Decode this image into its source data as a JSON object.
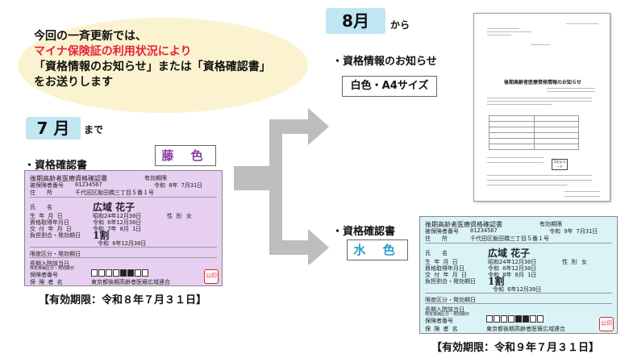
{
  "intro": {
    "line1": "今回の一斉更新では、",
    "line2": "マイナ保険証の利用状況により",
    "line3": "「資格情報のお知らせ」または「資格確認書」",
    "line4": "をお送りします"
  },
  "before": {
    "month": "7 月",
    "suffix": "まで",
    "item": "・資格確認書",
    "color": "藤 色",
    "validity": "【有効期限：令和８年７月３１日】"
  },
  "after": {
    "month": "8月",
    "suffix": "から",
    "notice_item": "・資格情報のお知らせ",
    "notice_spec": "白色・A4サイズ",
    "cert_item": "・資格確認書",
    "color": "水 色",
    "validity": "【有効期限：令和９年７月３１日】"
  },
  "card_old": {
    "title": "後期高齢者医療資格確認書",
    "valid_label": "有効期限",
    "valid_value": "令和 8年 7月31日",
    "insured_no_label": "被保険者番号",
    "insured_no": "01234567",
    "address_label": "住　　所",
    "address": "千代田区飯田橋三丁目５番１号",
    "name_label": "氏　　名",
    "name": "広域 花子",
    "birth_label": "生 年 月 日",
    "birth": "昭和24年12月30日",
    "sex_label": "性 別",
    "sex": "女",
    "acq_label": "資格取得年月日",
    "acq": "令和 6年12月30日",
    "issue_label": "交 付 年 月 日",
    "issue": "令和 7年 8月 1日",
    "burden_label": "負担割合・発効期日",
    "burden": "1割",
    "burden_date": "令和 6年12月30日",
    "limit_label": "限度区分・発効期日",
    "hosp_label": "長期入院該当日",
    "special_label": "特定疾病区分・発効期日",
    "insurer_no_label": "保険者番号",
    "insurer_label": "保 険 者 名",
    "insurer": "東京都後期高齢者医療広域連合",
    "seal": "公印"
  },
  "card_new": {
    "title": "後期高齢者医療資格確認書",
    "valid_label": "有効期限",
    "valid_value": "令和 9年 7月31日",
    "insured_no_label": "被保険者番号",
    "insured_no": "01234567",
    "address_label": "住　　所",
    "address": "千代田区飯田橋三丁目５番１号",
    "name_label": "氏　　名",
    "name": "広域 花子",
    "birth_label": "生 年 月 日",
    "birth": "昭和24年12月30日",
    "sex_label": "性 別",
    "sex": "女",
    "acq_label": "資格取得年月日",
    "acq": "令和 6年12月30日",
    "issue_label": "交 付 年 月 日",
    "issue": "令和 8年 8月 1日",
    "burden_label": "負担割合・発効期日",
    "burden": "1割",
    "burden_date": "令和 6年12月30日",
    "limit_label": "限度区分・発効期日",
    "hosp_label": "長期入院該当日",
    "special_label": "特定疾病区分・発効期日",
    "insurer_no_label": "保険者番号",
    "insurer_label": "保 険 者 名",
    "insurer": "東京都後期高齢者医療広域連合",
    "seal": "公印"
  },
  "notice": {
    "title": "後期高齢者医療資格情報のお知らせ",
    "qr": "2次元コード"
  },
  "colors": {
    "badge": "#bfe6f2",
    "bubble": "#fbf3d0",
    "highlight": "#e8203a",
    "purple_card": "#e6cff0",
    "cyan_card": "#d9f3f7",
    "arrow": "#bdbdbd"
  }
}
